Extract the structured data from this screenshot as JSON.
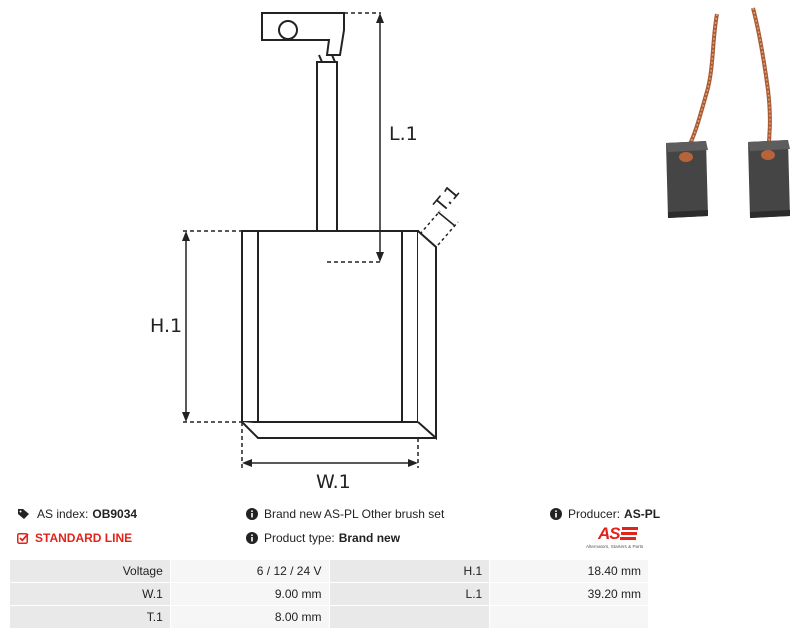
{
  "drawing": {
    "dim_l1": "L.1",
    "dim_h1": "H.1",
    "dim_w1": "W.1",
    "dim_t1": "T.1"
  },
  "info": {
    "as_index_label": "AS index:",
    "as_index_value": "OB9034",
    "description": "Brand new AS-PL Other brush set",
    "producer_label": "Producer:",
    "producer_value": "AS-PL",
    "line": "STANDARD LINE",
    "product_type_label": "Product type:",
    "product_type_value": "Brand new"
  },
  "logo": {
    "mark": "AS",
    "tagline": "Alternators, Starters & Parts"
  },
  "specs": [
    {
      "label": "Voltage",
      "value": "6 / 12 / 24 V",
      "label2": "H.1",
      "value2": "18.40 mm"
    },
    {
      "label": "W.1",
      "value": "9.00 mm",
      "label2": "L.1",
      "value2": "39.20 mm"
    },
    {
      "label": "T.1",
      "value": "8.00 mm",
      "label2": "",
      "value2": ""
    }
  ]
}
